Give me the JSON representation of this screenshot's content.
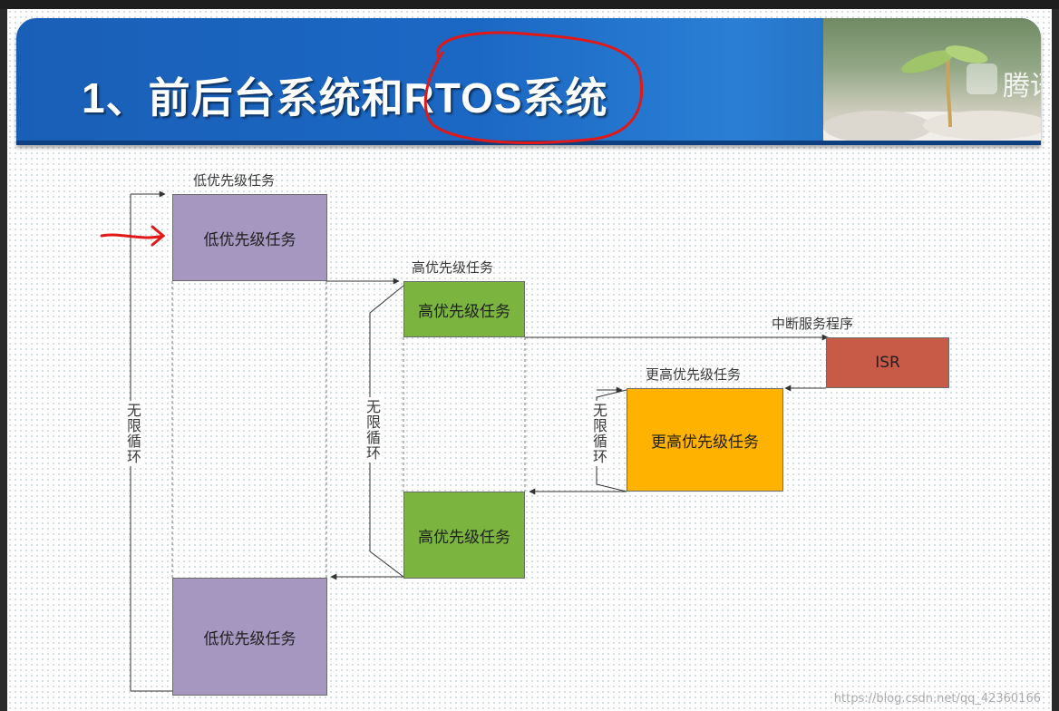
{
  "slide": {
    "title": "1、前后台系统和RTOS系统",
    "logo_text": "腾讯"
  },
  "diagram": {
    "boxes": {
      "low_top": "低优先级任务",
      "high_top": "高优先级任务",
      "isr": "ISR",
      "higher": "更高优先级任务",
      "high_bottom": "高优先级任务",
      "low_bottom": "低优先级任务"
    },
    "labels": {
      "low_top": "低优先级任务",
      "high_top": "高优先级任务",
      "isr": "中断服务程序",
      "higher": "更高优先级任务"
    },
    "loops": {
      "outer": "无限循环",
      "middle": "无限循环",
      "inner": "无限循环"
    },
    "colors": {
      "low": "#a597c0",
      "high": "#7bb43f",
      "higher": "#ffb300",
      "isr": "#c85a48",
      "annotation": "#e01818"
    }
  },
  "footer": {
    "watermark": "https://blog.csdn.net/qq_42360166"
  }
}
